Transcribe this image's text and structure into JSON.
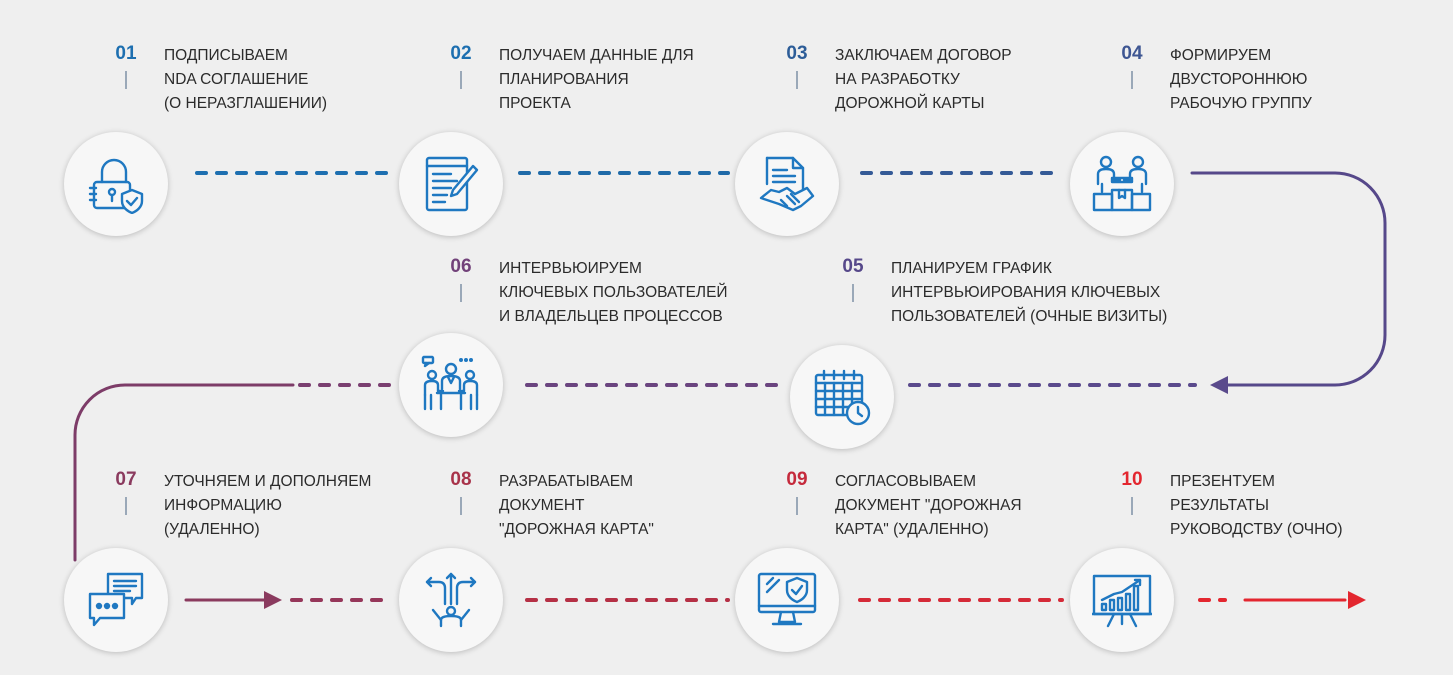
{
  "steps": [
    {
      "num": "01",
      "lines": [
        "ПОДПИСЫВАЕМ",
        "NDA СОГЛАШЕНИЕ",
        "(О НЕРАЗГЛАШЕНИИ)"
      ],
      "icon": "lock-shield-icon",
      "color": "#1d6fb0"
    },
    {
      "num": "02",
      "lines": [
        "ПОЛУЧАЕМ ДАННЫЕ ДЛЯ",
        "ПЛАНИРОВАНИЯ",
        "ПРОЕКТА"
      ],
      "icon": "document-pen-icon",
      "color": "#1d6fb0"
    },
    {
      "num": "03",
      "lines": [
        "ЗАКЛЮЧАЕМ ДОГОВОР",
        "НА РАЗРАБОТКУ",
        "ДОРОЖНОЙ КАРТЫ"
      ],
      "icon": "contract-handshake-icon",
      "color": "#2d5d98"
    },
    {
      "num": "04",
      "lines": [
        "ФОРМИРУЕМ",
        "ДВУСТОРОННЮЮ",
        "РАБОЧУЮ ГРУППУ"
      ],
      "icon": "team-meeting-icon",
      "color": "#3e5692"
    },
    {
      "num": "05",
      "lines": [
        "ПЛАНИРУЕМ ГРАФИК",
        "ИНТЕРВЬЮИРОВАНИЯ КЛЮЧЕВЫХ",
        "ПОЛЬЗОВАТЕЛЕЙ  (ОЧНЫЕ ВИЗИТЫ)"
      ],
      "icon": "calendar-clock-icon",
      "color": "#56488a"
    },
    {
      "num": "06",
      "lines": [
        "ИНТЕРВЬЮИРУЕМ",
        "КЛЮЧЕВЫХ ПОЛЬЗОВАТЕЛЕЙ",
        "И ВЛАДЕЛЬЦЕВ ПРОЦЕССОВ"
      ],
      "icon": "interview-group-icon",
      "color": "#72427a"
    },
    {
      "num": "07",
      "lines": [
        "УТОЧНЯЕМ И ДОПОЛНЯЕМ",
        "ИНФОРМАЦИЮ",
        "(УДАЛЕННО)"
      ],
      "icon": "chat-bubbles-icon",
      "color": "#8a3a5e"
    },
    {
      "num": "08",
      "lines": [
        "РАЗРАБАТЫВАЕМ",
        "ДОКУМЕНТ",
        "\"ДОРОЖНАЯ КАРТА\""
      ],
      "icon": "decision-arrows-icon",
      "color": "#a8334a"
    },
    {
      "num": "09",
      "lines": [
        "СОГЛАСОВЫВАЕМ",
        "ДОКУМЕНТ \"ДОРОЖНАЯ",
        "КАРТА\" (УДАЛЕННО)"
      ],
      "icon": "monitor-shield-icon",
      "color": "#c52a3c"
    },
    {
      "num": "10",
      "lines": [
        "ПРЕЗЕНТУЕМ",
        "РЕЗУЛЬТАТЫ",
        "РУКОВОДСТВУ (ОЧНО)"
      ],
      "icon": "presentation-chart-icon",
      "color": "#e3262f"
    }
  ],
  "colors": {
    "icon": "#1f78c1",
    "connector_blue": "#1d6fb0",
    "connector_purple": "#5a4a8c",
    "connector_red": "#e3262f"
  }
}
